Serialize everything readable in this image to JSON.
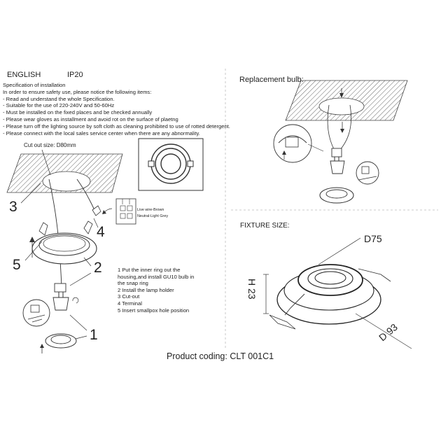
{
  "header": {
    "language": "ENGLISH",
    "ip_rating": "IP20"
  },
  "specification": {
    "title": "Specification of installation",
    "lines": [
      "In order to ensure safety use, please notice the following items:",
      "- Read and understand the whole Specification.",
      "- Suitable for the use of 220-240V and 50-60Hz",
      "- Must be installed on the fixed places and be checked annually",
      "- Please wear gloves as installment and avoid rot on the surface of plaetng",
      "- Please turn off the lighting source by soft cloth as cleaning prohibited to use of rotted detergent.",
      "- Please connect with the local sales service center when there are any abnormality."
    ]
  },
  "cut_out": {
    "label": "Cut out size: D80mm"
  },
  "callouts": {
    "n1": "1",
    "n2": "2",
    "n3": "3",
    "n4": "4",
    "n5": "5"
  },
  "wiring": {
    "live": "Live wire-Brown",
    "neutral": "Neutral-Light Grey"
  },
  "steps": [
    "1 Put the inner ring out the",
    "   housing,and install GU10 bulb in",
    "   the snap ring",
    "2 Install the lamp holder",
    "3 Cut-out",
    "4 Terminal",
    "5 Insert smallpox hole position"
  ],
  "replacement": {
    "title": "Replacement bulb:"
  },
  "fixture": {
    "title": "FIXTURE SIZE:",
    "d75": "D75",
    "h23": "H 23",
    "d93": "D 93"
  },
  "product": {
    "coding": "Product coding: CLT 001C1"
  },
  "colors": {
    "line": "#333333",
    "hatch": "#555555",
    "background": "#ffffff"
  }
}
